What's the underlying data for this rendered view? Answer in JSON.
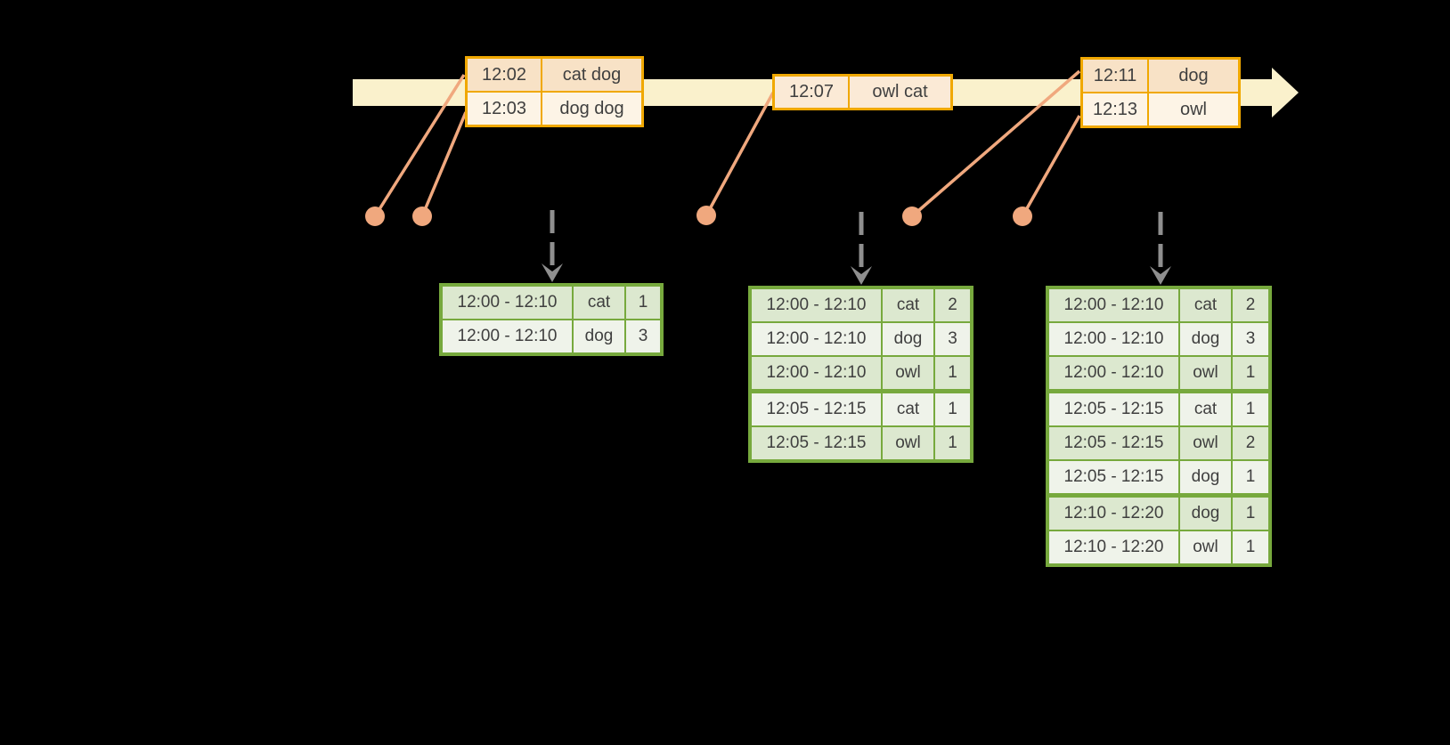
{
  "palette": {
    "background": "#000000",
    "timeline_band": "#FAF1CC",
    "event_table_border": "#F0A800",
    "event_row_dark": "#F8E2C6",
    "event_row_mid": "#FBEAD6",
    "event_row_light": "#FDF4E6",
    "connector": "#F0A87E",
    "trigger_arrow": "#8F8F8F",
    "result_table_border": "#77A93D",
    "result_row_dark": "#DCE8CF",
    "result_row_light": "#EFF3EA",
    "text": "#3F3F3F"
  },
  "event_stream": {
    "tables": [
      {
        "rows": [
          {
            "time": "12:02",
            "words": "cat dog",
            "shade": "dark"
          },
          {
            "time": "12:03",
            "words": "dog dog",
            "shade": "light"
          }
        ]
      },
      {
        "rows": [
          {
            "time": "12:07",
            "words": "owl cat",
            "shade": "mid"
          }
        ]
      },
      {
        "rows": [
          {
            "time": "12:11",
            "words": "dog",
            "shade": "dark"
          },
          {
            "time": "12:13",
            "words": "owl",
            "shade": "light"
          }
        ]
      }
    ]
  },
  "result_tables": [
    {
      "rows": [
        {
          "window": "12:00 - 12:10",
          "word": "cat",
          "count": "1"
        },
        {
          "window": "12:00 - 12:10",
          "word": "dog",
          "count": "3"
        }
      ]
    },
    {
      "rows": [
        {
          "window": "12:00 - 12:10",
          "word": "cat",
          "count": "2"
        },
        {
          "window": "12:00 - 12:10",
          "word": "dog",
          "count": "3"
        },
        {
          "window": "12:00 - 12:10",
          "word": "owl",
          "count": "1"
        },
        {
          "window": "12:05 - 12:15",
          "word": "cat",
          "count": "1"
        },
        {
          "window": "12:05 - 12:15",
          "word": "owl",
          "count": "1"
        }
      ]
    },
    {
      "rows": [
        {
          "window": "12:00 - 12:10",
          "word": "cat",
          "count": "2"
        },
        {
          "window": "12:00 - 12:10",
          "word": "dog",
          "count": "3"
        },
        {
          "window": "12:00 - 12:10",
          "word": "owl",
          "count": "1"
        },
        {
          "window": "12:05 - 12:15",
          "word": "cat",
          "count": "1"
        },
        {
          "window": "12:05 - 12:15",
          "word": "owl",
          "count": "2"
        },
        {
          "window": "12:05 - 12:15",
          "word": "dog",
          "count": "1"
        },
        {
          "window": "12:10 - 12:20",
          "word": "dog",
          "count": "1"
        },
        {
          "window": "12:10 - 12:20",
          "word": "owl",
          "count": "1"
        }
      ]
    }
  ]
}
